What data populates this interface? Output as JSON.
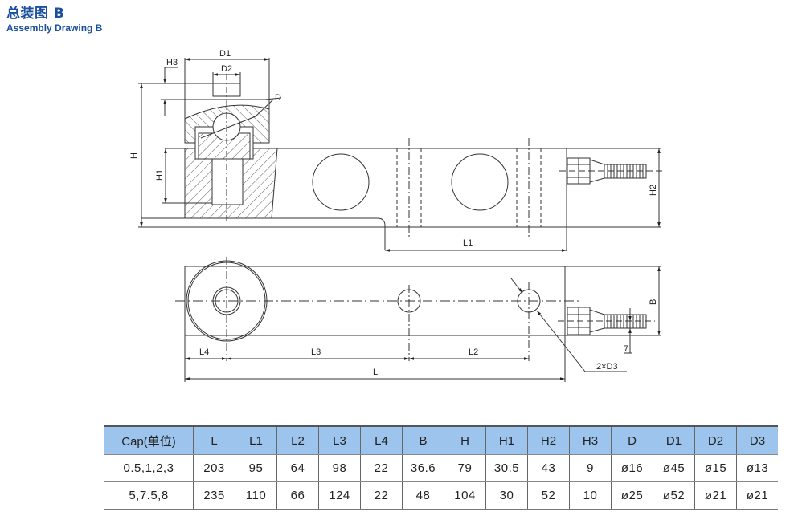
{
  "header": {
    "title_cn": "总装图 B",
    "title_en": "Assembly Drawing B"
  },
  "drawing": {
    "labels": {
      "D1": "D1",
      "D2": "D2",
      "H3": "H3",
      "D": "D",
      "H": "H",
      "H1": "H1",
      "H2": "H2",
      "L1": "L1",
      "L4": "L4",
      "L3": "L3",
      "L2": "L2",
      "L": "L",
      "B": "B",
      "seven": "7",
      "D3_callout": "2×D3"
    }
  },
  "table": {
    "columns": [
      "Cap(单位)",
      "L",
      "L1",
      "L2",
      "L3",
      "L4",
      "B",
      "H",
      "H1",
      "H2",
      "H3",
      "D",
      "D1",
      "D2",
      "D3"
    ],
    "rows": [
      [
        "0.5,1,2,3",
        "203",
        "95",
        "64",
        "98",
        "22",
        "36.6",
        "79",
        "30.5",
        "43",
        "9",
        "ø16",
        "ø45",
        "ø15",
        "ø13"
      ],
      [
        "5,7.5,8",
        "235",
        "110",
        "66",
        "124",
        "22",
        "48",
        "104",
        "30",
        "52",
        "10",
        "ø25",
        "ø52",
        "ø21",
        "ø21"
      ]
    ]
  }
}
